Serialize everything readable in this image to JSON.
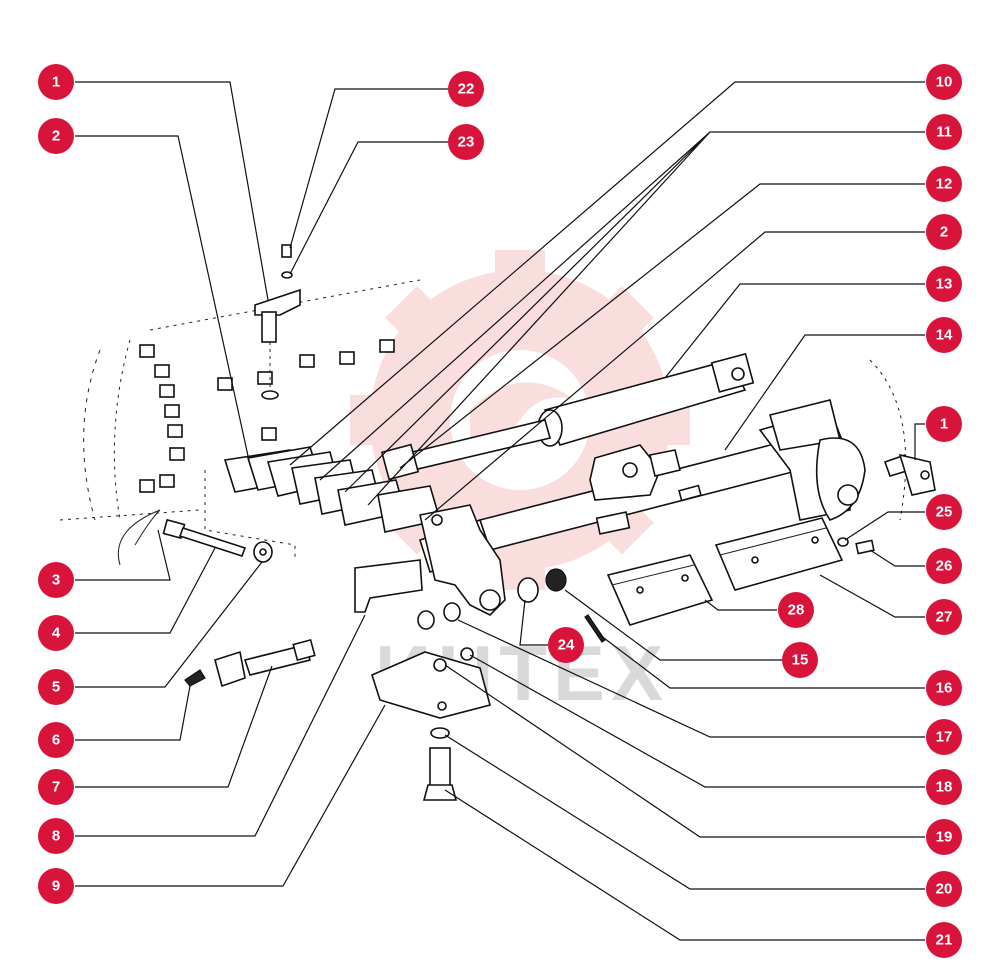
{
  "diagram": {
    "watermark_text": "ИНТЕХ",
    "callout_color": "#d8143a",
    "watermark_gear_color": "#f7c4c4",
    "callouts": [
      {
        "id": "c1a",
        "label": "1"
      },
      {
        "id": "c2a",
        "label": "2"
      },
      {
        "id": "c3",
        "label": "3"
      },
      {
        "id": "c4",
        "label": "4"
      },
      {
        "id": "c5",
        "label": "5"
      },
      {
        "id": "c6",
        "label": "6"
      },
      {
        "id": "c7",
        "label": "7"
      },
      {
        "id": "c8",
        "label": "8"
      },
      {
        "id": "c9",
        "label": "9"
      },
      {
        "id": "c10",
        "label": "10"
      },
      {
        "id": "c11",
        "label": "11"
      },
      {
        "id": "c12",
        "label": "12"
      },
      {
        "id": "c2b",
        "label": "2"
      },
      {
        "id": "c13",
        "label": "13"
      },
      {
        "id": "c14",
        "label": "14"
      },
      {
        "id": "c1b",
        "label": "1"
      },
      {
        "id": "c25",
        "label": "25"
      },
      {
        "id": "c26",
        "label": "26"
      },
      {
        "id": "c27",
        "label": "27"
      },
      {
        "id": "c28",
        "label": "28"
      },
      {
        "id": "c24",
        "label": "24"
      },
      {
        "id": "c15",
        "label": "15"
      },
      {
        "id": "c16",
        "label": "16"
      },
      {
        "id": "c17",
        "label": "17"
      },
      {
        "id": "c18",
        "label": "18"
      },
      {
        "id": "c19",
        "label": "19"
      },
      {
        "id": "c20",
        "label": "20"
      },
      {
        "id": "c21",
        "label": "21"
      },
      {
        "id": "c22",
        "label": "22"
      },
      {
        "id": "c23",
        "label": "23"
      }
    ]
  }
}
